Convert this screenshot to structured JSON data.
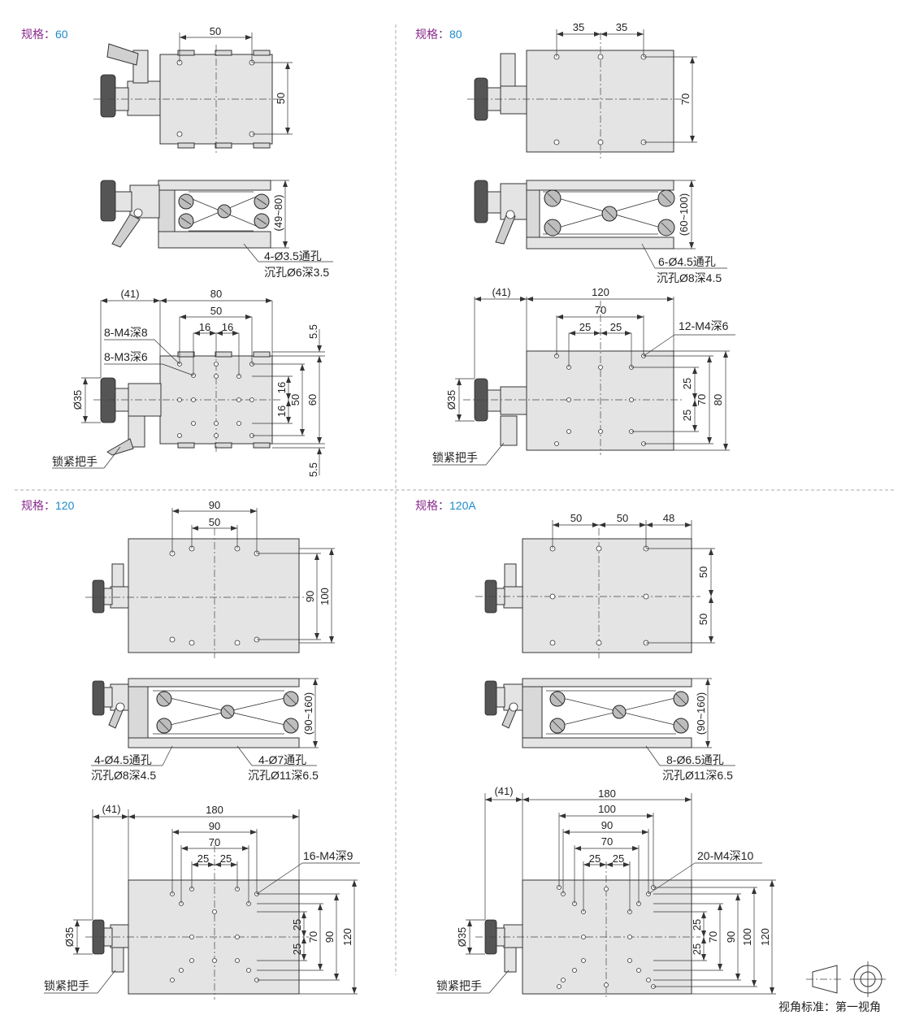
{
  "colors": {
    "spec_label": "#8a2b8f",
    "spec_value": "#1a8ac9",
    "divider": "#aaaaaa",
    "plate": "#e4e4e4"
  },
  "quadrants": [
    {
      "spec_label": "规格：",
      "spec_value": "60",
      "top_dims": [
        "50",
        "50"
      ],
      "side_range": "(49~80)",
      "side_note": [
        "4-Ø3.5通孔",
        "沉孔Ø6深3.5"
      ],
      "bottom_dims": [
        "(41)",
        "80",
        "50",
        "16",
        "16",
        "5.5",
        "16",
        "16",
        "50",
        "60",
        "5.5",
        "Ø35"
      ],
      "tap_notes": [
        "8-M4深8",
        "8-M3深6"
      ],
      "lock_label": "锁紧把手"
    },
    {
      "spec_label": "规格：",
      "spec_value": "80",
      "top_dims": [
        "35",
        "35",
        "70"
      ],
      "side_range": "(60~100)",
      "side_note": [
        "6-Ø4.5通孔",
        "沉孔Ø8深4.5"
      ],
      "bottom_dims": [
        "(41)",
        "120",
        "70",
        "25",
        "25",
        "25",
        "25",
        "70",
        "80",
        "Ø35"
      ],
      "tap_notes": [
        "12-M4深6"
      ],
      "lock_label": "锁紧把手"
    },
    {
      "spec_label": "规格：",
      "spec_value": "120",
      "top_dims": [
        "90",
        "50",
        "90",
        "100"
      ],
      "side_range": "(90~160)",
      "side_note": [
        "4-Ø4.5通孔",
        "沉孔Ø8深4.5"
      ],
      "side_note2": [
        "4-Ø7通孔",
        "沉孔Ø11深6.5"
      ],
      "bottom_dims": [
        "(41)",
        "180",
        "90",
        "70",
        "25",
        "25",
        "25",
        "25",
        "70",
        "90",
        "120",
        "Ø35"
      ],
      "tap_notes": [
        "16-M4深9"
      ],
      "lock_label": "锁紧把手"
    },
    {
      "spec_label": "规格：",
      "spec_value": "120A",
      "top_dims": [
        "50",
        "50",
        "48",
        "50",
        "50"
      ],
      "side_range": "(90~160)",
      "side_note": [
        "8-Ø6.5通孔",
        "沉孔Ø11深6.5"
      ],
      "bottom_dims": [
        "(41)",
        "180",
        "100",
        "90",
        "70",
        "25",
        "25",
        "25",
        "25",
        "70",
        "90",
        "100",
        "120",
        "Ø35"
      ],
      "tap_notes": [
        "20-M4深10"
      ],
      "lock_label": "锁紧把手"
    }
  ],
  "projection_label": "视角标准：第一视角"
}
